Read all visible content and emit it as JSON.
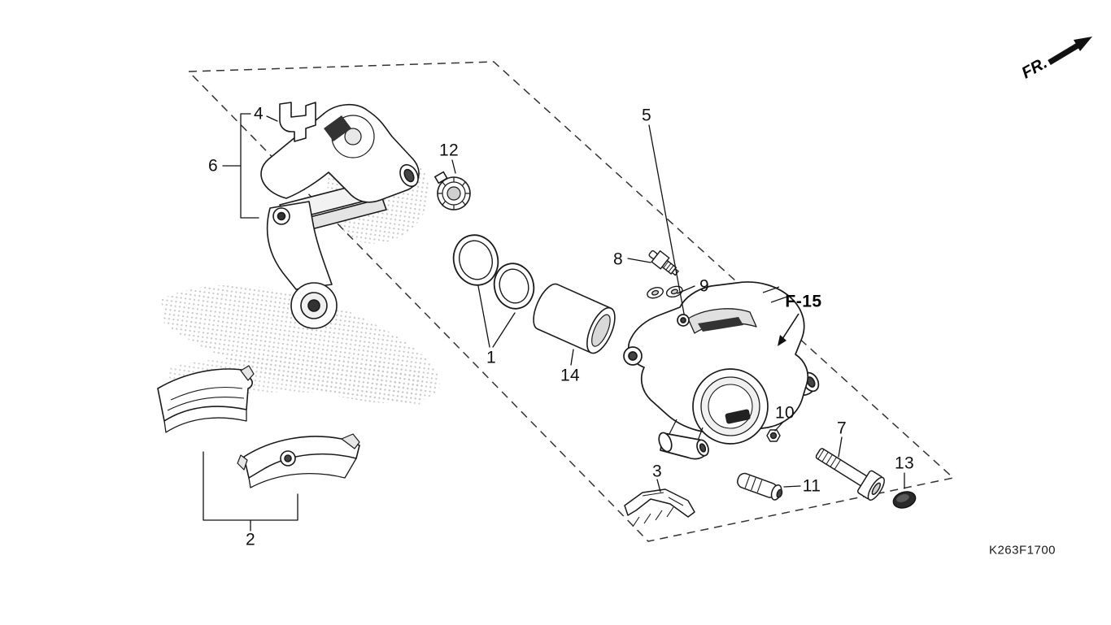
{
  "direction_label": "FR.",
  "reference_label": "F-15",
  "diagram_code": "K263F1700",
  "callouts": {
    "c1": "1",
    "c2": "2",
    "c3": "3",
    "c4": "4",
    "c5": "5",
    "c6": "6",
    "c7": "7",
    "c8": "8",
    "c9": "9",
    "c10": "10",
    "c11": "11",
    "c12": "12",
    "c13": "13",
    "c14": "14"
  }
}
